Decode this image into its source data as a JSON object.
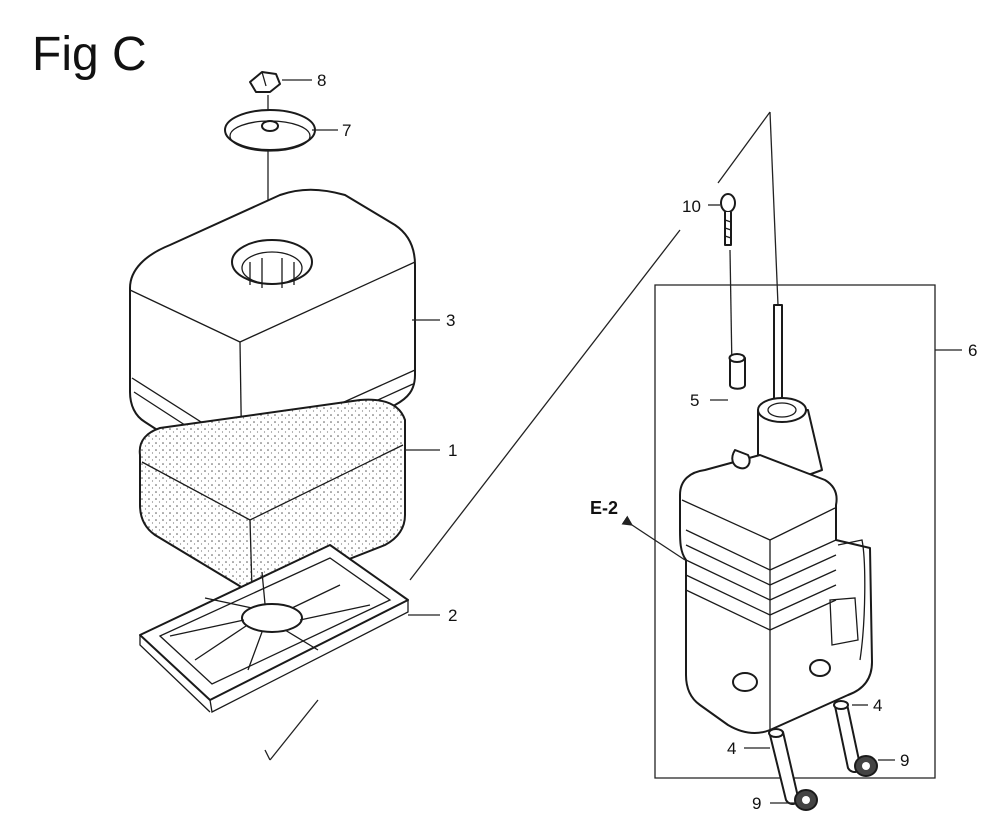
{
  "figure": {
    "title": "Fig C",
    "reference_label": "E-2",
    "callouts": [
      {
        "id": "c8",
        "text": "8"
      },
      {
        "id": "c7",
        "text": "7"
      },
      {
        "id": "c3",
        "text": "3"
      },
      {
        "id": "c1",
        "text": "1"
      },
      {
        "id": "c2",
        "text": "2"
      },
      {
        "id": "c10",
        "text": "10"
      },
      {
        "id": "c6",
        "text": "6"
      },
      {
        "id": "c5",
        "text": "5"
      },
      {
        "id": "c4a",
        "text": "4"
      },
      {
        "id": "c4b",
        "text": "4"
      },
      {
        "id": "c9a",
        "text": "9"
      },
      {
        "id": "c9b",
        "text": "9"
      }
    ]
  }
}
